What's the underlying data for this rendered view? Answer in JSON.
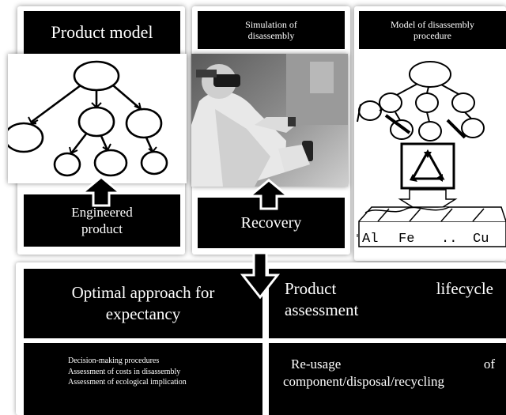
{
  "panels": {
    "product_model": {
      "title": "Product model",
      "caption_line1": "Engineered",
      "caption_line2": "product"
    },
    "simulation": {
      "title_line1": "Simulation of",
      "title_line2": "disassembly",
      "caption": "Recovery"
    },
    "procedure": {
      "title_line1": "Model of disassembly",
      "title_line2": "procedure",
      "materials": [
        "Al",
        "Fe",
        "..",
        "Cu"
      ]
    }
  },
  "bottom": {
    "approach_line1": "Optimal approach for",
    "approach_line2": "expectancy",
    "lifecycle_word1": "Product",
    "lifecycle_word2": "lifecycle",
    "lifecycle_line2": "assessment",
    "decision_items": [
      "Decision-making procedures",
      "Assessment of costs in disassembly",
      "Assessment of ecological implication"
    ],
    "reuse_word1": "Re-usage",
    "reuse_word2": "of",
    "reuse_line2": "component/disposal/recycling"
  },
  "colors": {
    "block": "#000000",
    "text_on_block": "#ffffff",
    "line": "#000000"
  }
}
